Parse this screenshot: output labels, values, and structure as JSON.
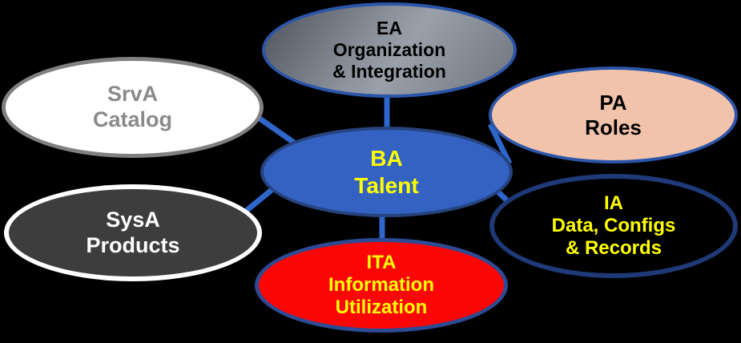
{
  "canvas": {
    "background": "#000000"
  },
  "connectors": {
    "color": "#2e66cc",
    "edges": [
      {
        "from": "BA Talent",
        "to": "EA Organization & Integration"
      },
      {
        "from": "BA Talent",
        "to": "SrvA Catalog"
      },
      {
        "from": "BA Talent",
        "to": "PA Roles"
      },
      {
        "from": "BA Talent",
        "to": "SysA Products"
      },
      {
        "from": "BA Talent",
        "to": "IA Data, Configs & Records"
      },
      {
        "from": "BA Talent",
        "to": "ITA Information Utilization"
      }
    ]
  },
  "nodes": {
    "ba": {
      "label": "BA\nTalent",
      "fill": "#3362c2",
      "border": "#27437e",
      "text_color": "#ffff00"
    },
    "ea": {
      "label": "EA\nOrganization\n& Integration",
      "fill": "linear-gradient(125deg, #4d525a 0%, #8b919b 42%, #9aa0aa 55%, #6f757f 100%)",
      "border": "#2b55a8",
      "text_color": "#000000"
    },
    "srva": {
      "label": "SrvA\nCatalog",
      "fill": "#ffffff",
      "border": "#808080",
      "text_color": "#8a8a8a"
    },
    "pa": {
      "label": "PA\nRoles",
      "fill": "#f2c3ab",
      "border": "#2b55a8",
      "text_color": "#000000"
    },
    "sysa": {
      "label": "SysA\nProducts",
      "fill": "#3d3d3d",
      "border": "#ffffff",
      "text_color": "#ffffff"
    },
    "ia": {
      "label": "IA\nData, Configs\n& Records",
      "fill": "#000000",
      "border": "#1f3a78",
      "text_color": "#ffff00"
    },
    "ita": {
      "label": "ITA\nInformation\nUtilization",
      "fill": "#fc0505",
      "border": "#2c4b94",
      "text_color": "#ffff00"
    }
  }
}
